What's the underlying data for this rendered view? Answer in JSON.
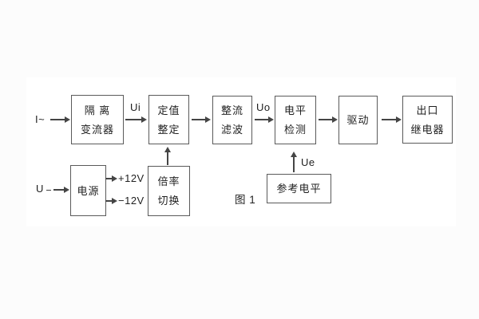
{
  "figure": {
    "caption": "图 1"
  },
  "colors": {
    "line": "#454545",
    "box_border": "#5a5a5a",
    "text": "#1f1f1f",
    "canvas_bg": "#ffffff",
    "page_bg": "#fcfcfc"
  },
  "inputs": {
    "current_input": "I~",
    "voltage_input": "U"
  },
  "signals": {
    "ui": "Ui",
    "uo": "Uo",
    "ue": "Ue",
    "pos12": "+12V",
    "neg12": "−12V"
  },
  "blocks": {
    "isolation": {
      "line1": "隔 离",
      "line2": "变流器"
    },
    "setting": {
      "line1": "定值",
      "line2": "整定"
    },
    "rectifier": {
      "line1": "整流",
      "line2": "滤波"
    },
    "level": {
      "line1": "电平",
      "line2": "检测"
    },
    "drive": {
      "label": "驱动"
    },
    "relay": {
      "line1": "出口",
      "line2": "继电器"
    },
    "power": {
      "label": "电源"
    },
    "ratio": {
      "line1": "倍率",
      "line2": "切换"
    },
    "reference": {
      "label": "参考电平"
    }
  }
}
